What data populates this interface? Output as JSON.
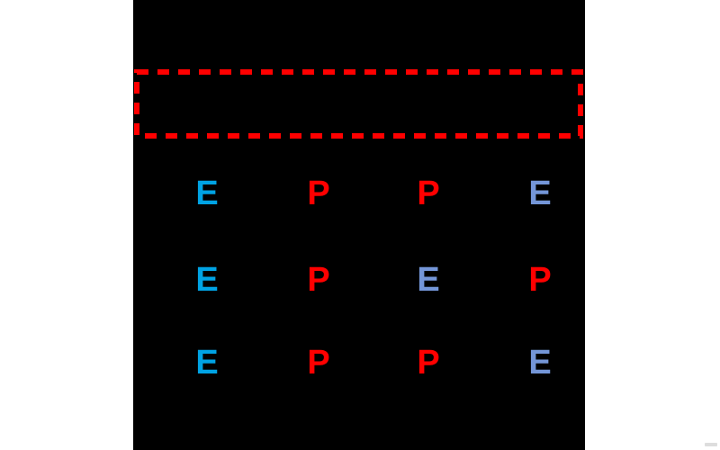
{
  "scene": {
    "background": "#ffffff",
    "panel_background": "#000000"
  },
  "colors": {
    "red": "#ff0000",
    "cyan": "#00a3e4",
    "periwinkle": "#7496d8"
  },
  "highlight_box": {
    "role": "empty-dashed-highlight-rectangle",
    "stroke": "#ff0000"
  },
  "grid": {
    "rows": [
      {
        "cells": [
          {
            "char": "E",
            "color": "cyan"
          },
          {
            "char": "P",
            "color": "red"
          },
          {
            "char": "P",
            "color": "red"
          },
          {
            "char": "E",
            "color": "periwinkle"
          }
        ]
      },
      {
        "cells": [
          {
            "char": "E",
            "color": "cyan"
          },
          {
            "char": "P",
            "color": "red"
          },
          {
            "char": "E",
            "color": "periwinkle"
          },
          {
            "char": "P",
            "color": "red"
          }
        ]
      },
      {
        "cells": [
          {
            "char": "E",
            "color": "cyan"
          },
          {
            "char": "P",
            "color": "red"
          },
          {
            "char": "P",
            "color": "red"
          },
          {
            "char": "E",
            "color": "periwinkle"
          }
        ]
      }
    ]
  }
}
